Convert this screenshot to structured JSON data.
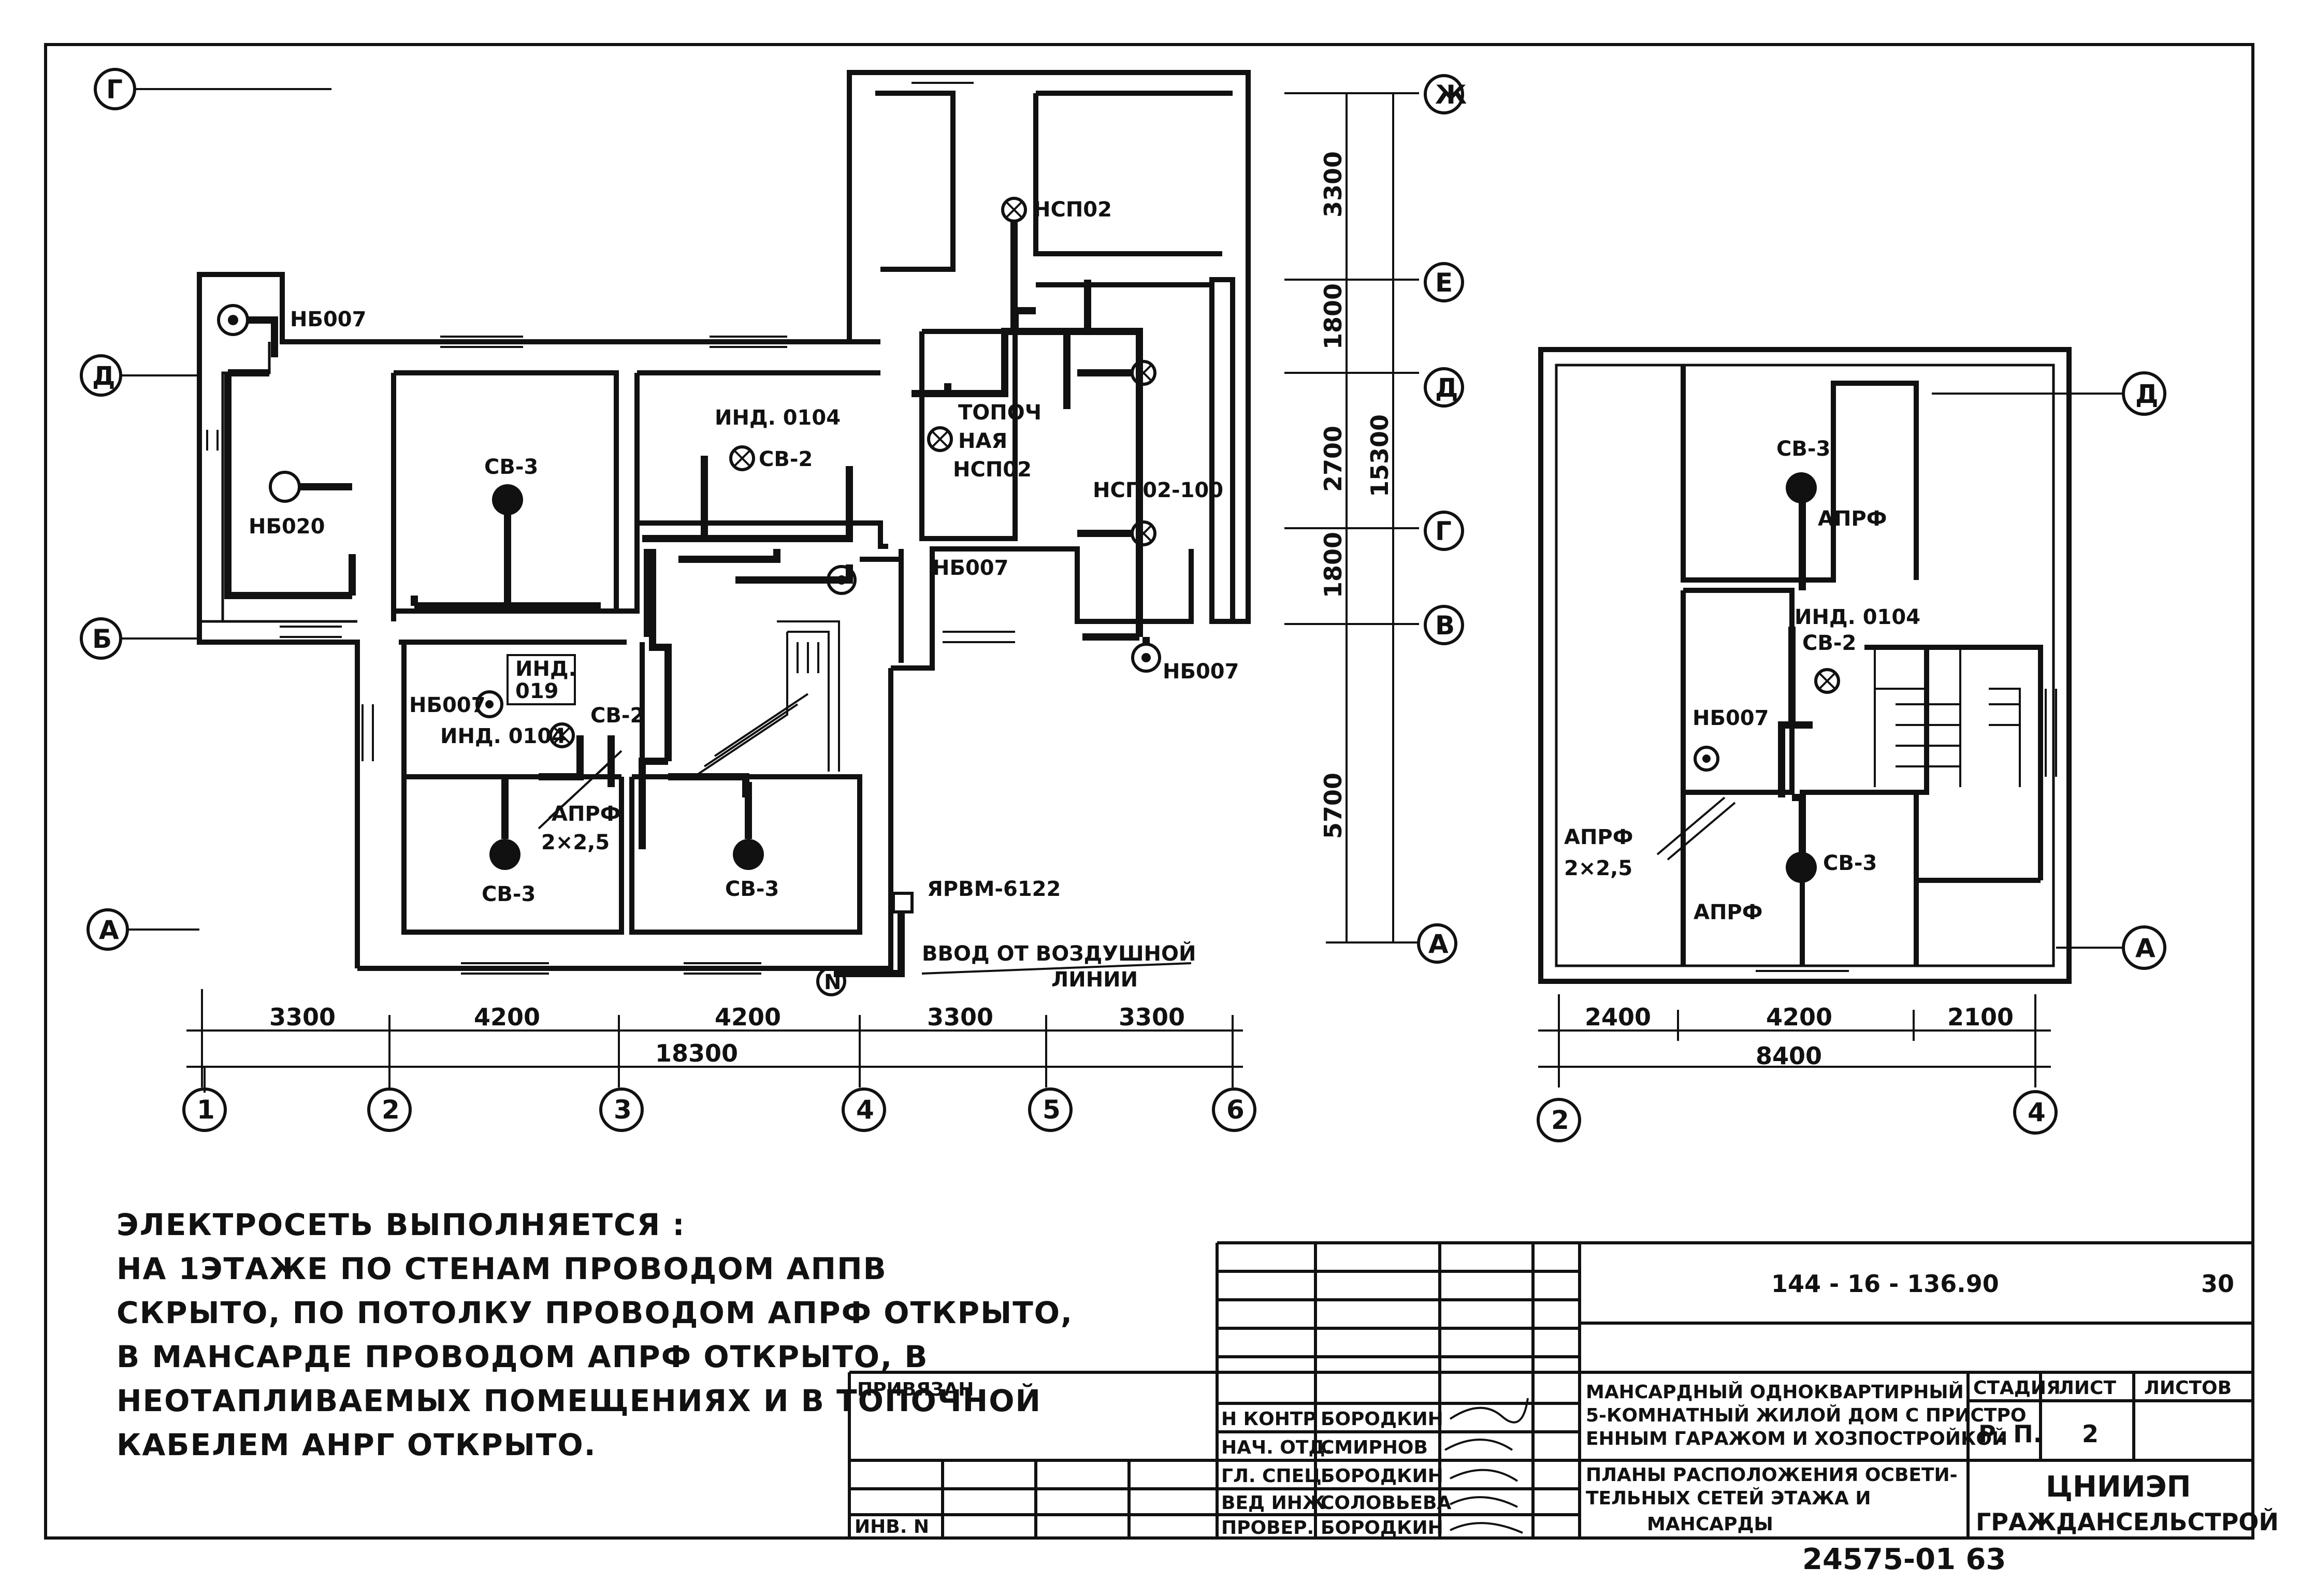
{
  "axes": {
    "ground_rows": [
      "Г",
      "Д",
      "Б",
      "А"
    ],
    "ground_cols": [
      "1",
      "2",
      "3",
      "4",
      "5",
      "6"
    ],
    "section_rows": [
      "Ж",
      "Е",
      "Д",
      "Г",
      "В",
      "А"
    ],
    "attic_rows": [
      "Д",
      "А"
    ],
    "attic_cols": [
      "2",
      "4"
    ]
  },
  "dims": {
    "ground_bottom": [
      "3300",
      "4200",
      "4200",
      "3300",
      "3300"
    ],
    "ground_total": "18300",
    "section": [
      "3300",
      "1800",
      "2700",
      "1800",
      "5700"
    ],
    "section_total": "15300",
    "attic_bottom": [
      "2400",
      "4200",
      "2100"
    ],
    "attic_total": "8400"
  },
  "ground_labels": {
    "nb007_top": "НБ007",
    "nb020": "НБ020",
    "cb3_room1": "СВ-3",
    "ind0104_a": "ИНД. 0104",
    "cb2_a": "СВ-2",
    "topoch": [
      "ТОПОЧ",
      "НАЯ",
      "НСП02"
    ],
    "nsp02_top": "НСП02",
    "nsp02_100": "НСП02-100",
    "nb007_mid": "НБ007",
    "nb007_right": "НБ007",
    "nb007_left": "НБ007",
    "ind019": [
      "ИНД.",
      "019"
    ],
    "ind0104_b": "ИНД. 0104",
    "cb2_b": "СВ-2",
    "aprf": "АПРФ",
    "aprf_size": "2×2,5",
    "cb3_left": "СВ-3",
    "cb3_right": "СВ-3",
    "yarvm": "ЯРВМ-6122",
    "vvod": [
      "ВВОД ОТ ВОЗДУШНОЙ",
      "ЛИНИИ"
    ],
    "n_symbol": "N"
  },
  "attic_labels": {
    "cb3_top": "СВ-3",
    "aprf_top": "АПРФ",
    "ind0104": "ИНД. 0104",
    "cb2": "СВ-2",
    "nb007": "НБ007",
    "aprf_left": "АПРФ",
    "aprf_size": "2×2,5",
    "cb3_bot": "СВ-3",
    "aprf_bot": "АПРФ"
  },
  "note": {
    "lines": [
      "ЭЛЕКТРОСЕТЬ ВЫПОЛНЯЕТСЯ :",
      "НА 1ЭТАЖЕ ПО СТЕНАМ ПРОВОДОМ АППВ",
      "СКРЫТО, ПО ПОТОЛКУ ПРОВОДОМ АПРФ ОТКРЫТО,",
      "В МАНСАРДЕ ПРОВОДОМ АПРФ ОТКРЫТО, В",
      "НЕОТАПЛИВАЕМЫХ ПОМЕЩЕНИЯХ И В ТОПОЧНОЙ",
      "КАБЕЛЕМ АНРГ ОТКРЫТО."
    ]
  },
  "title_block": {
    "doc_code": "144 - 16 - 136.90",
    "sheet_no": "30",
    "privyazan": "ПРИВЯЗАН",
    "inv": "ИНВ. N",
    "roles": [
      "Н КОНТР",
      "НАЧ. ОТД.",
      "ГЛ. СПЕЦ",
      "ВЕД ИНЖ",
      "ПРОВЕР."
    ],
    "names": [
      "БОРОДКИН",
      "СМИРНОВ",
      "БОРОДКИН",
      "СОЛОВЬЕВА",
      "БОРОДКИН"
    ],
    "project_title": [
      "МАНСАРДНЫЙ ОДНОКВАРТИРНЫЙ",
      "5-КОМНАТНЫЙ ЖИЛОЙ ДОМ С ПРИСТРО",
      "ЕННЫМ ГАРАЖОМ И ХОЗПОСТРОЙКОЙ"
    ],
    "sheet_title": [
      "ПЛАНЫ РАСПОЛОЖЕНИЯ ОСВЕТИ-",
      "ТЕЛЬНЫХ СЕТЕЙ ЭТАЖА И",
      "МАНСАРДЫ"
    ],
    "stage_header": "СТАДИЯ",
    "list_header": "ЛИСТ",
    "lists_header": "ЛИСТОВ",
    "stage_value": "Р. П.",
    "list_value": "2",
    "org": [
      "ЦНИИЭП",
      "ГРАЖДАНСЕЛЬСТРОЙ"
    ]
  },
  "footer_code": "24575-01 63"
}
